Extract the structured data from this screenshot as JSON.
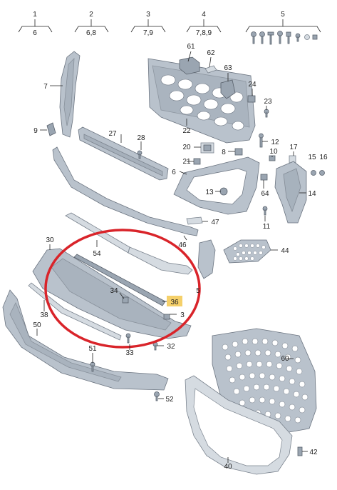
{
  "header_groups": [
    {
      "num": "1",
      "sub": "6"
    },
    {
      "num": "2",
      "sub": "6,8"
    },
    {
      "num": "3",
      "sub": "7,9"
    },
    {
      "num": "4",
      "sub": "7,8,9"
    },
    {
      "num": "5",
      "sub": ""
    }
  ],
  "callouts": {
    "p61": "61",
    "p62": "62",
    "p63": "63",
    "p24": "24",
    "p23": "23",
    "p22": "22",
    "p7": "7",
    "p9": "9",
    "p27": "27",
    "p28": "28",
    "p12": "12",
    "p20": "20",
    "p8": "8",
    "p10": "10",
    "p17": "17",
    "p15": "15",
    "p16": "16",
    "p21": "21",
    "p6": "6",
    "p13": "13",
    "p64": "64",
    "p14": "14",
    "p11": "11",
    "p47": "47",
    "p54": "54",
    "p30": "30",
    "p46": "46",
    "p44": "44",
    "p5b": "5",
    "p34": "34",
    "p36": "36",
    "p3": "3",
    "p38": "38",
    "p50": "50",
    "p33": "33",
    "p32": "32",
    "p51": "51",
    "p60": "60",
    "p52": "52",
    "p40": "40",
    "p42": "42"
  },
  "highlight": {
    "part": "36",
    "color": "#f5d06a",
    "ring_color": "#d9242a"
  }
}
